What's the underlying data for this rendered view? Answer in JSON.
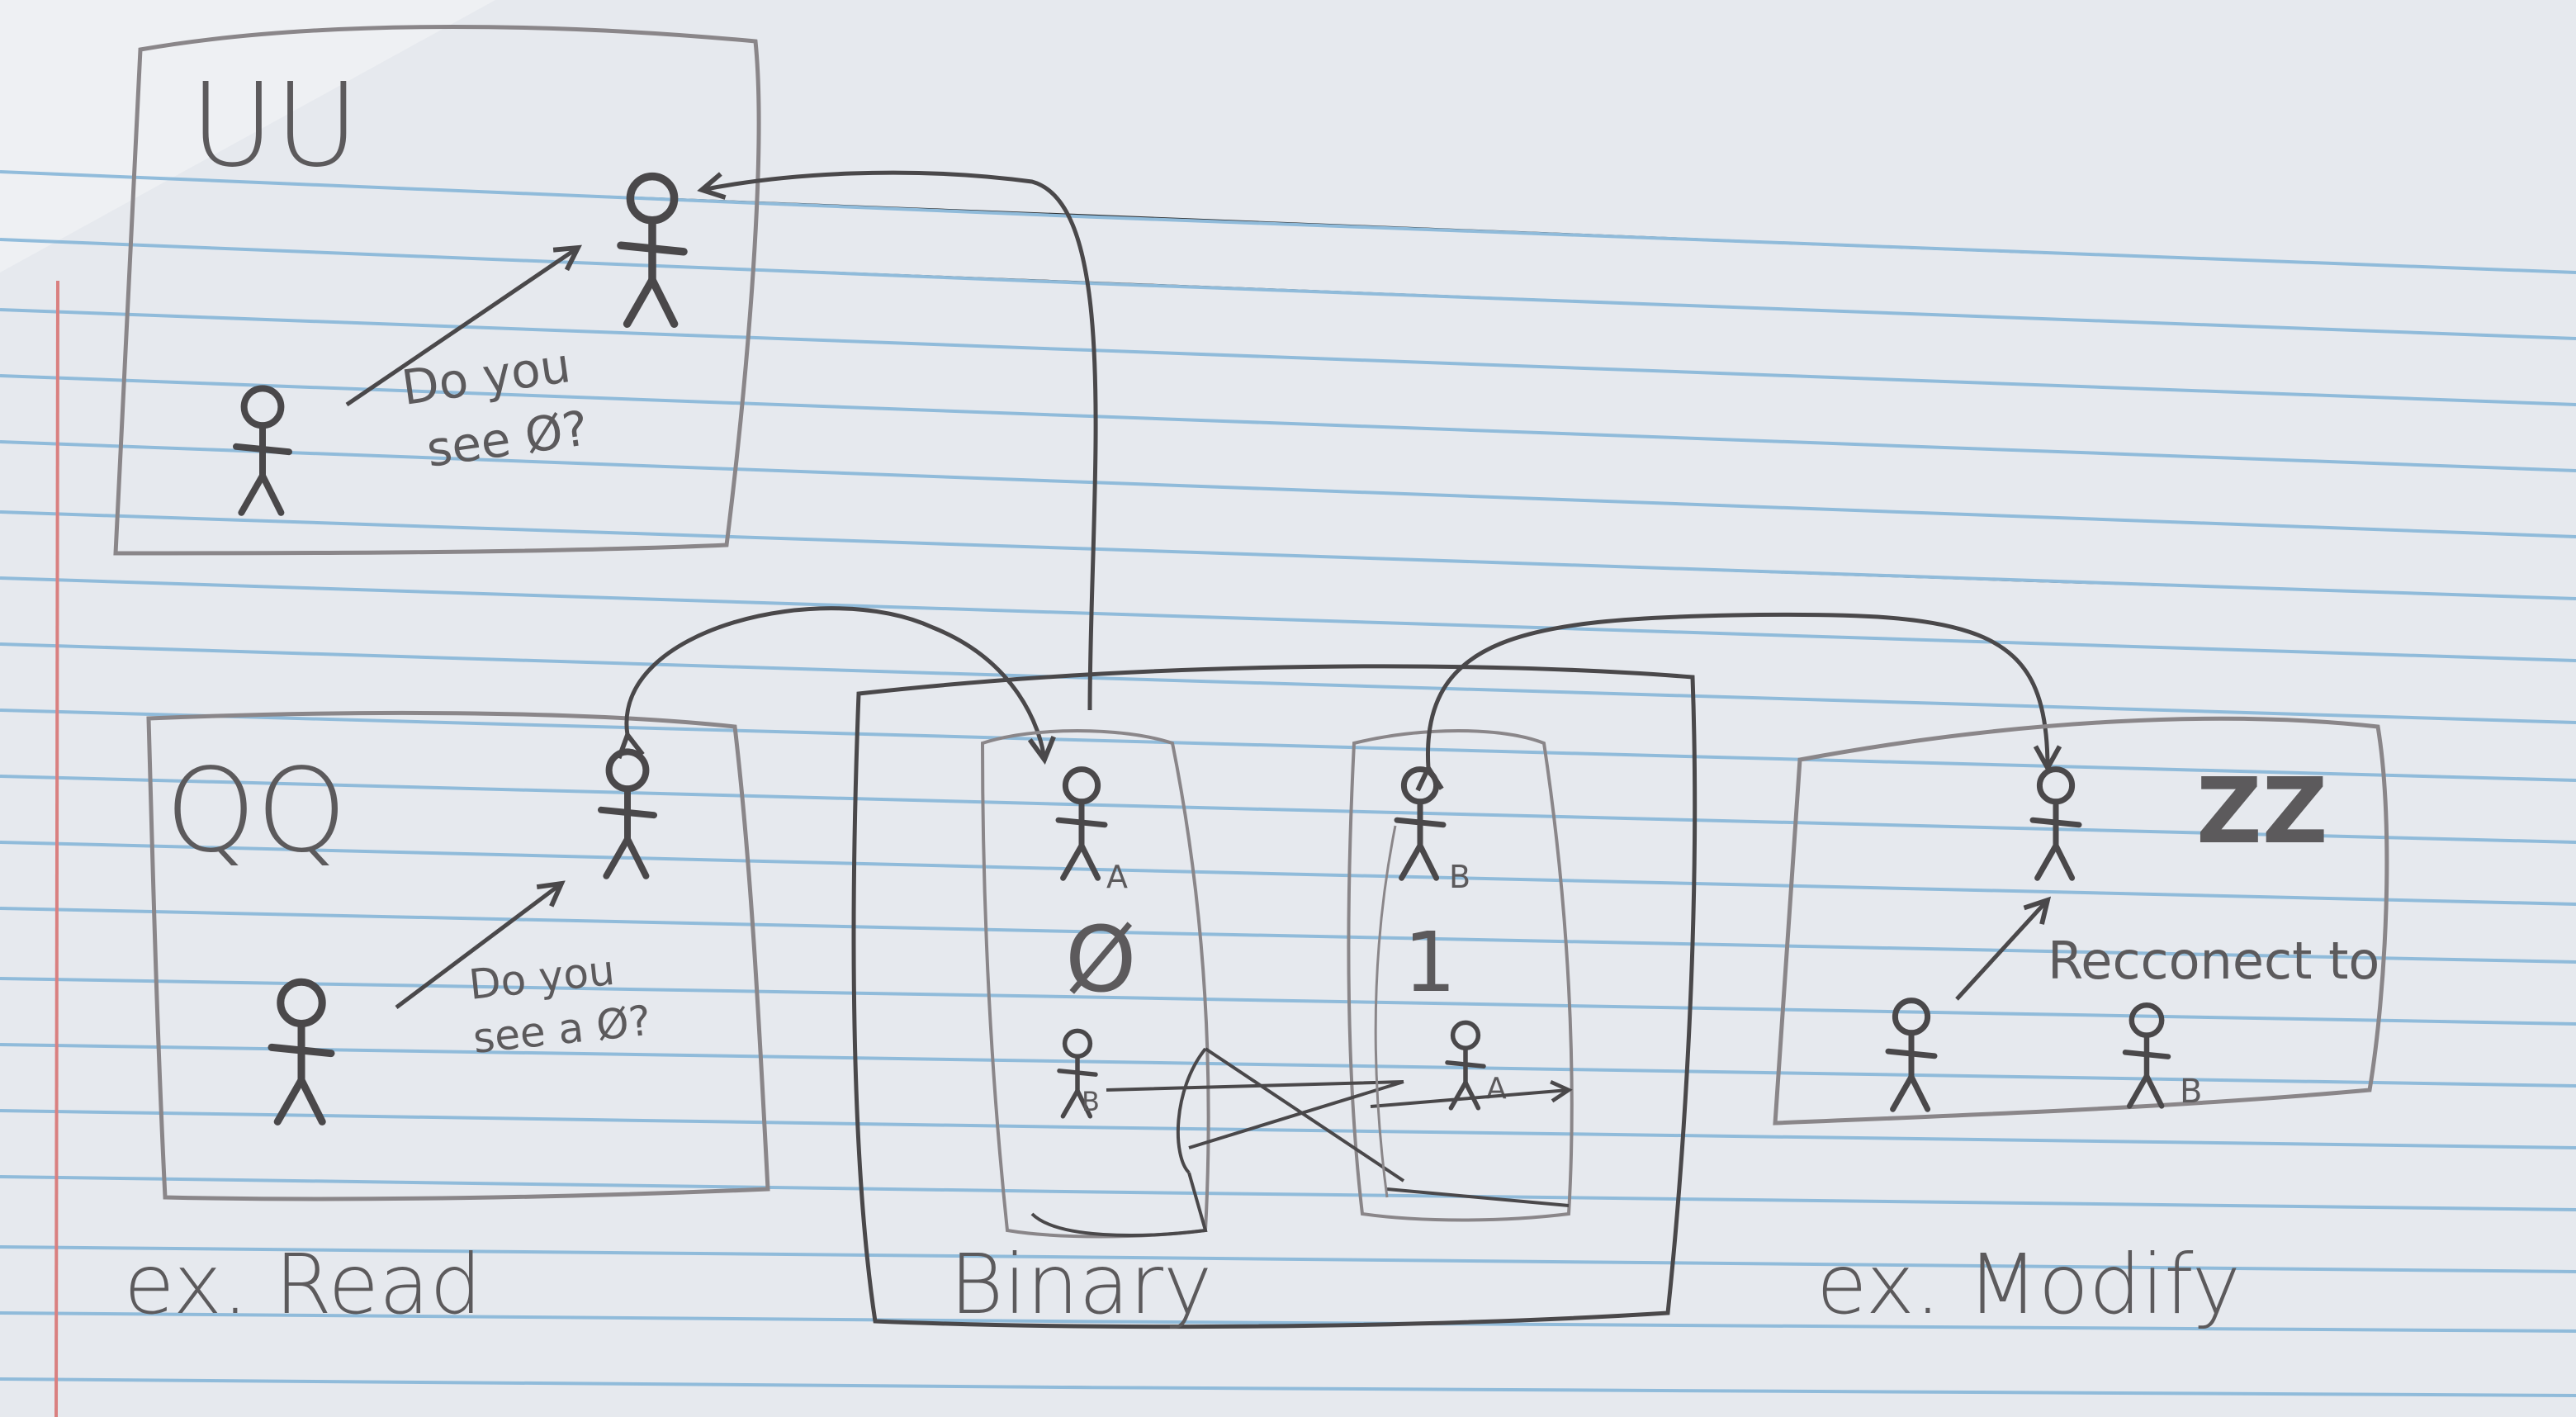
{
  "colors": {
    "paper": "#e6e9ee",
    "rule_line": "#7bb0d6",
    "margin_line": "#d98080",
    "pencil": "#4a484a",
    "pencil_light": "#8a8689"
  },
  "boxes": {
    "uu": {
      "label": "UU",
      "question": [
        "Do you",
        "see Ø?"
      ]
    },
    "qq": {
      "label": "QQ",
      "question": [
        "Do you",
        "see a Ø?"
      ]
    },
    "zz": {
      "label": "ZZ",
      "message": "Recconect to"
    },
    "binary": {
      "value_a": "Ø",
      "value_b": "1"
    }
  },
  "figure_subscripts": {
    "a": "A",
    "b": "B"
  },
  "captions": {
    "read": "ex. Read",
    "binary": "Binary",
    "modify": "ex. Modify"
  }
}
